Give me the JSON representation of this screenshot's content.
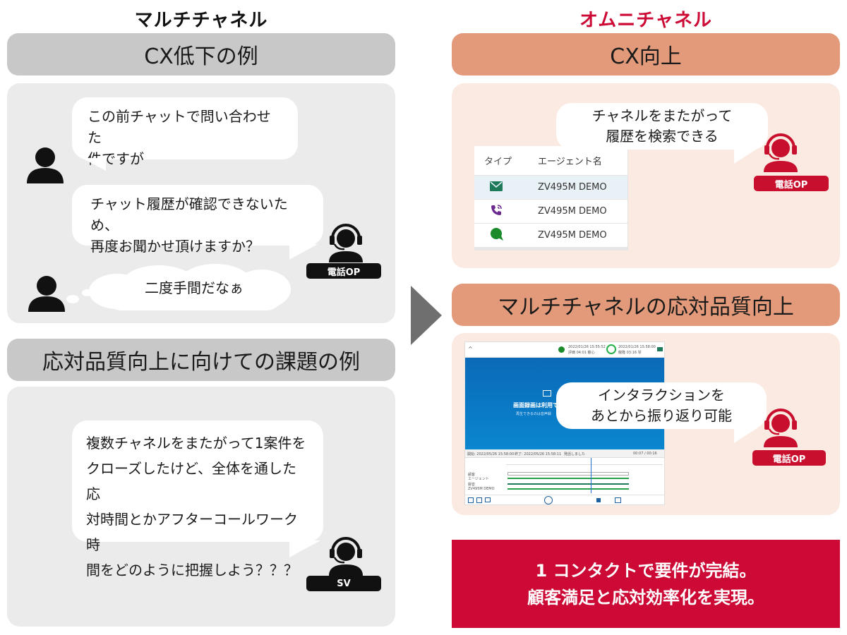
{
  "left": {
    "heading": "マルチチャネル",
    "section1_title": "CX低下の例",
    "bubble1": [
      "この前チャットで問い合わせた",
      "件ですが"
    ],
    "bubble2": [
      "チャット履歴が確認できないため、",
      "再度お聞かせ頂けますか？"
    ],
    "cloud": "二度手間だなぁ",
    "op_badge": "電話OP",
    "section2_title": "応対品質向上に向けての課題の例",
    "bubble3": [
      "複数チャネルをまたがって1案件を",
      "クローズしたけど、全体を通した応",
      "対時間とかアフターコールワーク時",
      "間をどのように把握しよう？？？"
    ],
    "sv_badge": "SV"
  },
  "right": {
    "heading": "オムニチャネル",
    "section1_title": "CX向上",
    "bubble1": [
      "チャネルをまたがって",
      "履歴を検索できる"
    ],
    "table": {
      "col_type": "タイプ",
      "col_agent": "エージェント名",
      "rows": [
        {
          "icon": "mail-icon",
          "agent": "ZV495M DEMO"
        },
        {
          "icon": "phone-icon",
          "agent": "ZV495M DEMO"
        },
        {
          "icon": "chat-icon",
          "agent": "ZV495M DEMO"
        }
      ]
    },
    "op_badge1": "電話OP",
    "section2_title": "マルチチャネルの応対品質向上",
    "bubble2": [
      "インタラクションを",
      "あとから振り返り可能"
    ],
    "op_badge2": "電話OP",
    "screen": {
      "top_item1_line1": "2022/01/26 15:55:52",
      "top_item1_line2": "評価 04:01 龍心",
      "top_item2_line1": "2022/01/26 15:58:00",
      "top_item2_line2": "龍隆 03:16 琴",
      "blue_text1": "画面録画は利用で",
      "blue_text2": "再生できるのは音声録",
      "status_start": "開始: 2022/05/26 15:58:00",
      "status_end": "終了: 2022/05/26 15:58:11",
      "status_note": "発話しました",
      "status_time": "00:07 / 00:16",
      "track1": "顧客",
      "track2": "エージェント",
      "track3": "録音",
      "track4": "ZV495M DEMO"
    },
    "banner_line1": "1 コンタクトで要件が完結。",
    "banner_line2": "顧客満足と応対効率化を実現。"
  },
  "colors": {
    "red_heading": "#cc0a35",
    "orange_pill": "#e29a7b",
    "gray_pill": "#c8c8c8",
    "peach_panel": "#fbeae1",
    "gray_panel": "#ebebeb",
    "banner": "#cc0a35"
  }
}
